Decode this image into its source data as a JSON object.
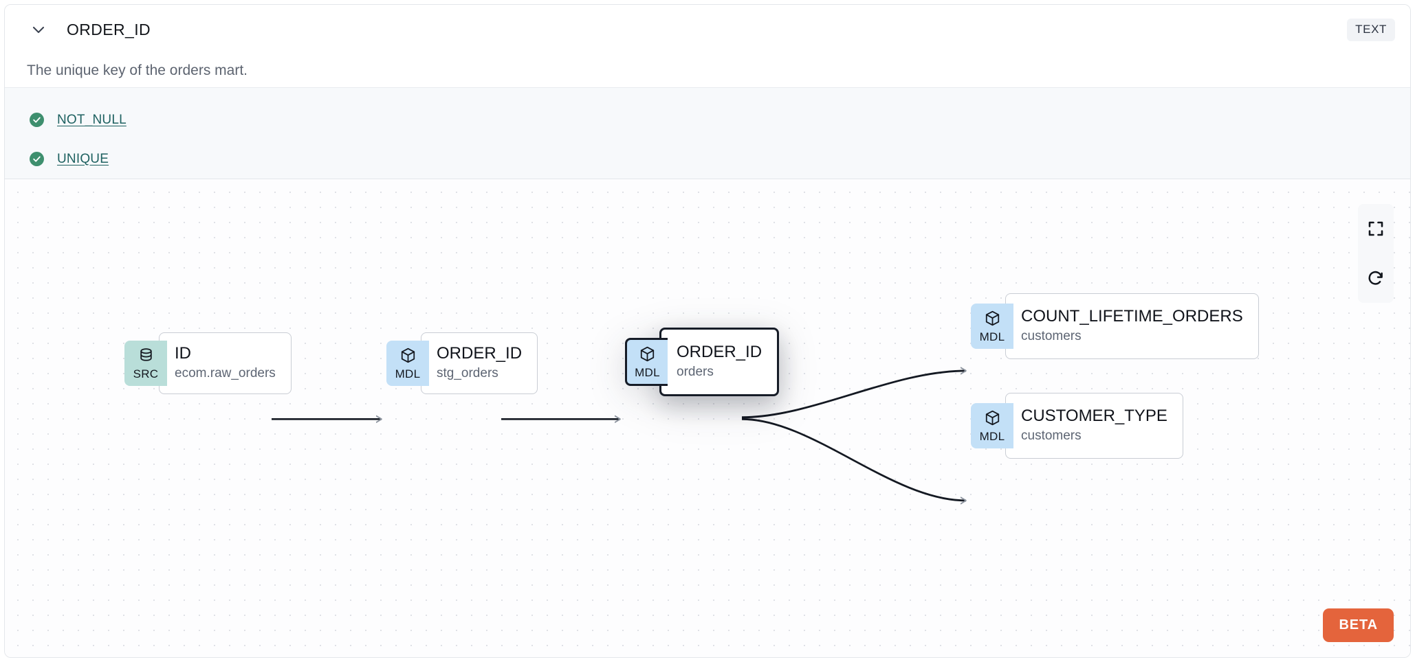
{
  "header": {
    "collapse_icon": "chevron-down-icon",
    "column_name": "ORDER_ID",
    "data_type_badge": "TEXT"
  },
  "description": "The unique key of the orders mart.",
  "tests": [
    {
      "status_icon": "check-circle-icon",
      "label": "NOT_NULL"
    },
    {
      "status_icon": "check-circle-icon",
      "label": "UNIQUE"
    }
  ],
  "lineage": {
    "nodes": [
      {
        "id": "src",
        "badge": "SRC",
        "badge_icon": "database-icon",
        "name": "ID",
        "subtitle": "ecom.raw_orders",
        "selected": false
      },
      {
        "id": "stg",
        "badge": "MDL",
        "badge_icon": "cube-icon",
        "name": "ORDER_ID",
        "subtitle": "stg_orders",
        "selected": false
      },
      {
        "id": "orders",
        "badge": "MDL",
        "badge_icon": "cube-icon",
        "name": "ORDER_ID",
        "subtitle": "orders",
        "selected": true
      },
      {
        "id": "count",
        "badge": "MDL",
        "badge_icon": "cube-icon",
        "name": "COUNT_LIFETIME_ORDERS",
        "subtitle": "customers",
        "selected": false
      },
      {
        "id": "custtype",
        "badge": "MDL",
        "badge_icon": "cube-icon",
        "name": "CUSTOMER_TYPE",
        "subtitle": "customers",
        "selected": false
      }
    ],
    "edges": [
      {
        "from": "src",
        "to": "stg"
      },
      {
        "from": "stg",
        "to": "orders"
      },
      {
        "from": "orders",
        "to": "count"
      },
      {
        "from": "orders",
        "to": "custtype"
      }
    ],
    "controls": [
      {
        "name": "fit-view-button",
        "icon": "fit-screen-icon"
      },
      {
        "name": "reset-button",
        "icon": "refresh-icon"
      }
    ],
    "beta_label": "BETA"
  },
  "colors": {
    "mdl_badge": "#c3e0f7",
    "src_badge": "#b9ded9",
    "test_pass": "#3e8f6e",
    "test_link": "#1e6160",
    "beta": "#e4643c",
    "selected_border": "#161c27"
  }
}
